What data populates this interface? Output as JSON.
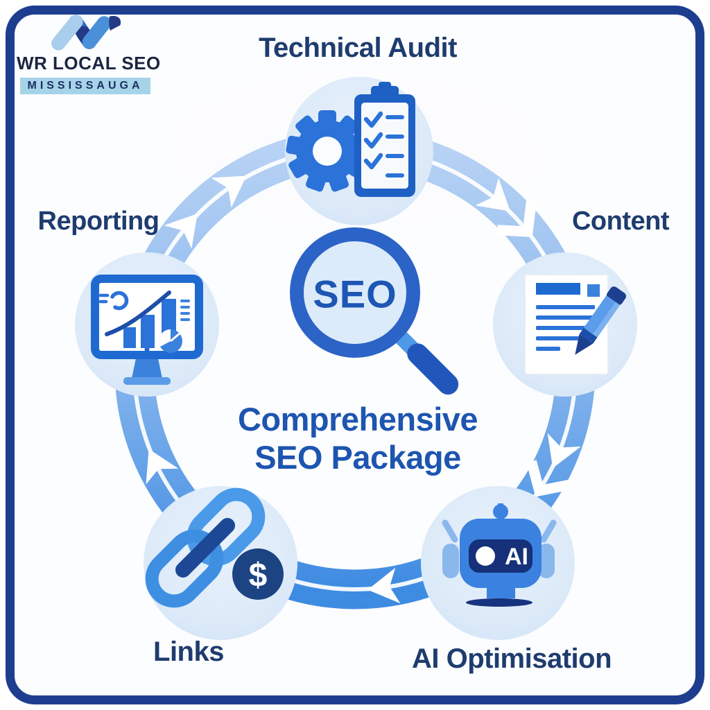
{
  "brand": {
    "name": "WR LOCAL SEO",
    "location_badge": "MISSISSAUGA"
  },
  "center": {
    "magnifier_text": "SEO",
    "title_line1": "Comprehensive",
    "title_line2": "SEO Package"
  },
  "diagram_meta": {
    "flow_direction": "clockwise",
    "node_count": 5
  },
  "nodes": [
    {
      "label": "Technical Audit",
      "icon": "gear-checklist-icon"
    },
    {
      "label": "Content",
      "icon": "document-pencil-icon"
    },
    {
      "label": "AI Optimisation",
      "icon": "ai-robot-icon",
      "icon_text": "AI"
    },
    {
      "label": "Links",
      "icon": "chain-link-dollar-icon",
      "icon_text": "$"
    },
    {
      "label": "Reporting",
      "icon": "analytics-monitor-icon"
    }
  ],
  "colors": {
    "frame_navy": "#1d3d8f",
    "label_text": "#1e3c6e",
    "center_text": "#1d55b0",
    "ring_light": "#b7d2f4",
    "ring_dark": "#3e8be2",
    "node_background": "#d8e7f8",
    "icon_blue": "#2b72d9",
    "icon_navy": "#1c4382",
    "icon_light_blue": "#8ab8ec",
    "badge_background": "#a7d3e9"
  }
}
